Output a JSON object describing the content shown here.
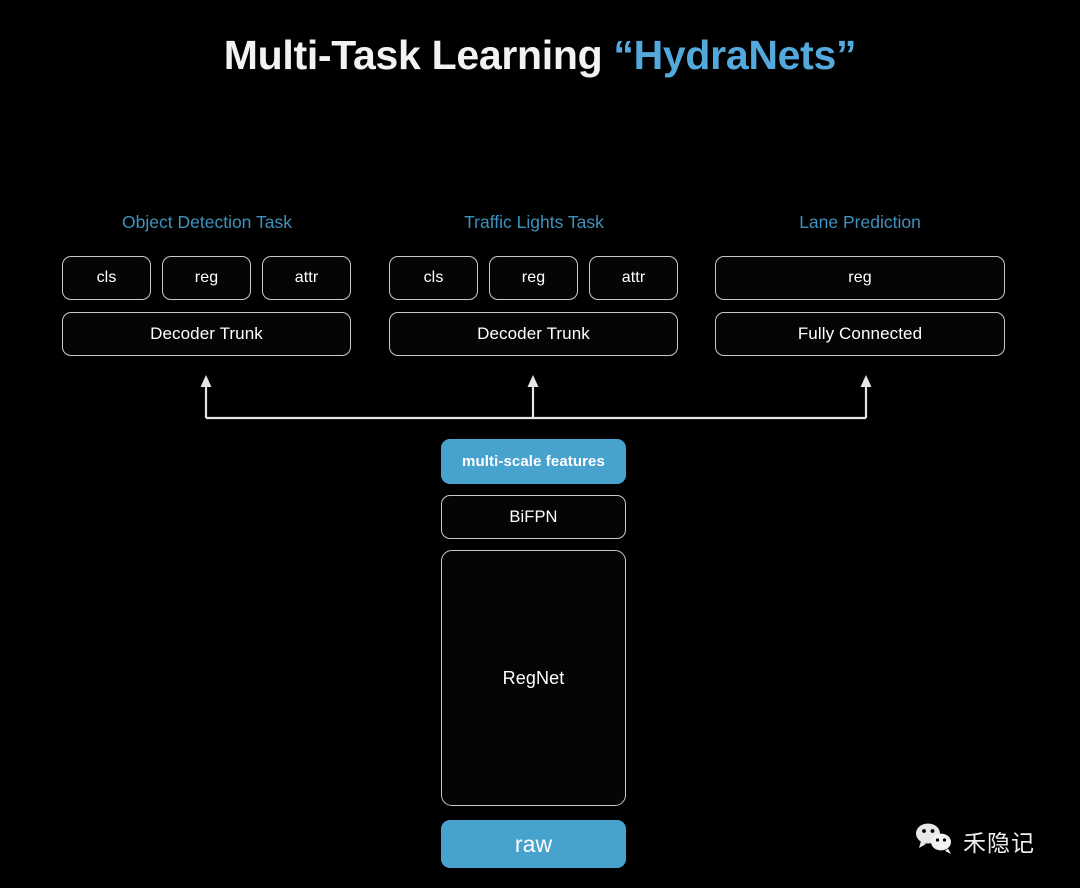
{
  "slide": {
    "background_color": "#000000",
    "title": {
      "main": "Multi-Task Learning ",
      "accent": "“HydraNets”"
    },
    "colors": {
      "accent_blue": "#53a9dc",
      "header_blue": "#3f92bd",
      "filled_box_blue": "#47a2ce",
      "box_border": "#c9c9c9",
      "text_white": "#ffffff"
    }
  },
  "columns": [
    {
      "header": "Object Detection Task",
      "heads": [
        "cls",
        "reg",
        "attr"
      ],
      "trunk": "Decoder Trunk"
    },
    {
      "header": "Traffic Lights Task",
      "heads": [
        "cls",
        "reg",
        "attr"
      ],
      "trunk": "Decoder Trunk"
    },
    {
      "header": "Lane Prediction",
      "heads": [
        "reg"
      ],
      "trunk": "Fully Connected"
    }
  ],
  "backbone": {
    "multi_scale_features": "multi-scale features",
    "bifpn": "BiFPN",
    "regnet": "RegNet",
    "raw": "raw"
  },
  "watermark": {
    "icon": "wechat-icon",
    "text": "禾隐记"
  }
}
